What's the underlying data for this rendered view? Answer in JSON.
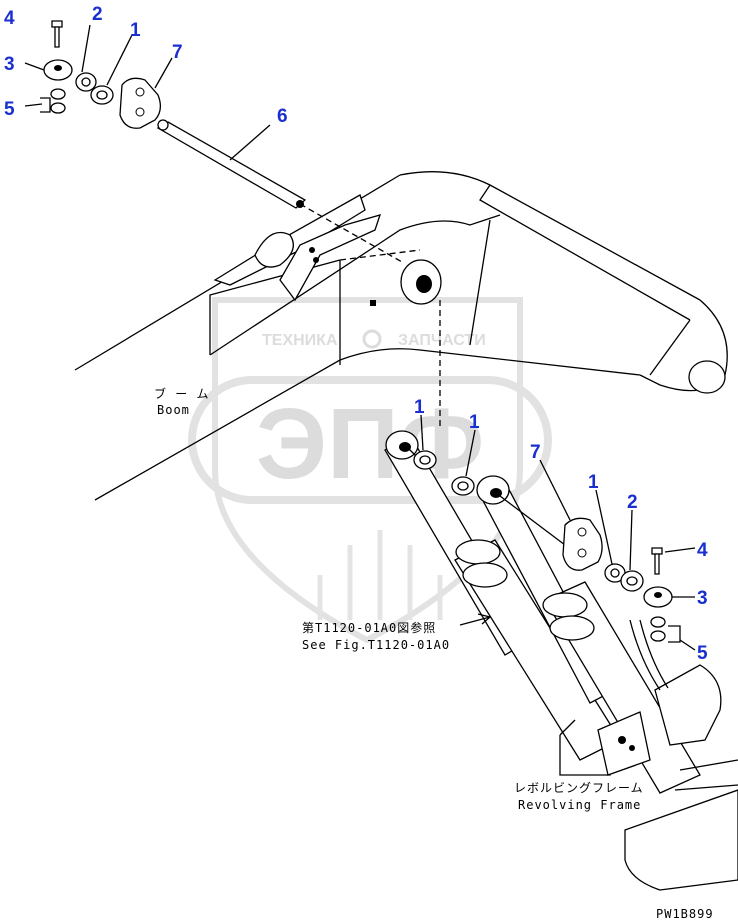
{
  "watermark": {
    "company_top_left": "ТЕХНИКА",
    "company_top_right": "ЗАПЧАСТИ",
    "company_big": "ЭПФ"
  },
  "callouts": [
    {
      "id": "c4-top",
      "label": "4"
    },
    {
      "id": "c2-top",
      "label": "2"
    },
    {
      "id": "c1-top",
      "label": "1"
    },
    {
      "id": "c7-top",
      "label": "7"
    },
    {
      "id": "c3-top",
      "label": "3"
    },
    {
      "id": "c5-top",
      "label": "5"
    },
    {
      "id": "c6",
      "label": "6"
    },
    {
      "id": "c1-mid-a",
      "label": "1"
    },
    {
      "id": "c1-mid-b",
      "label": "1"
    },
    {
      "id": "c7-right",
      "label": "7"
    },
    {
      "id": "c1-right",
      "label": "1"
    },
    {
      "id": "c2-right",
      "label": "2"
    },
    {
      "id": "c4-right",
      "label": "4"
    },
    {
      "id": "c3-right",
      "label": "3"
    },
    {
      "id": "c5-right",
      "label": "5"
    }
  ],
  "labels": {
    "boom_jp": "ブ ー ム",
    "boom_en": "Boom",
    "see_fig_jp": "第T1120-01A0図参照",
    "see_fig_en": "See Fig.T1120-01A0",
    "frame_jp": "レボルビングフレーム",
    "frame_en": "Revolving Frame",
    "drawing_code": "PW1B899"
  }
}
